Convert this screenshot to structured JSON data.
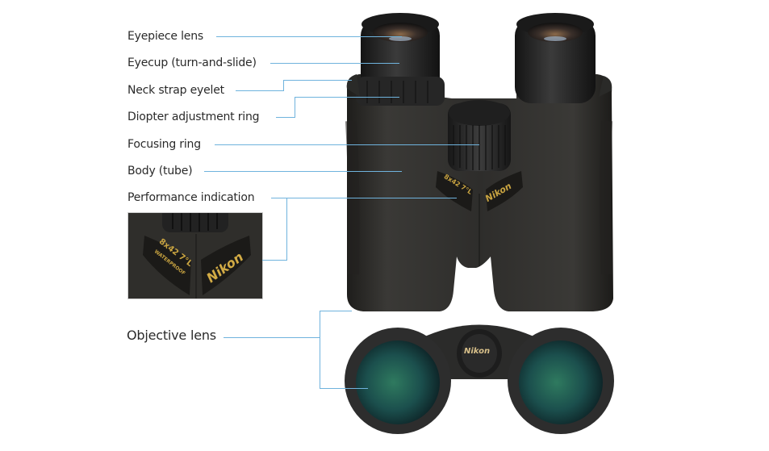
{
  "diagram": {
    "subject": "Nikon binoculars part names",
    "labels": [
      {
        "id": "eyepiece-lens",
        "text": "Eyepiece lens"
      },
      {
        "id": "eyecup",
        "text": "Eyecup (turn-and-slide)"
      },
      {
        "id": "neck-strap-eyelet",
        "text": "Neck strap eyelet"
      },
      {
        "id": "diopter-adjustment-ring",
        "text": "Diopter adjustment ring"
      },
      {
        "id": "focusing-ring",
        "text": "Focusing ring"
      },
      {
        "id": "body-tube",
        "text": "Body (tube)"
      },
      {
        "id": "performance-indication",
        "text": "Performance indication"
      },
      {
        "id": "objective-lens",
        "text": "Objective lens"
      }
    ],
    "product_markings": {
      "brand": "Nikon",
      "spec": "8x42 7°L",
      "waterproof": "WATERPROOF"
    },
    "colors": {
      "leader_line": "#6fb3dd",
      "body": "#2f2e2c",
      "gold_print": "#c9a441",
      "lens_tint": "#1f5a55"
    }
  }
}
